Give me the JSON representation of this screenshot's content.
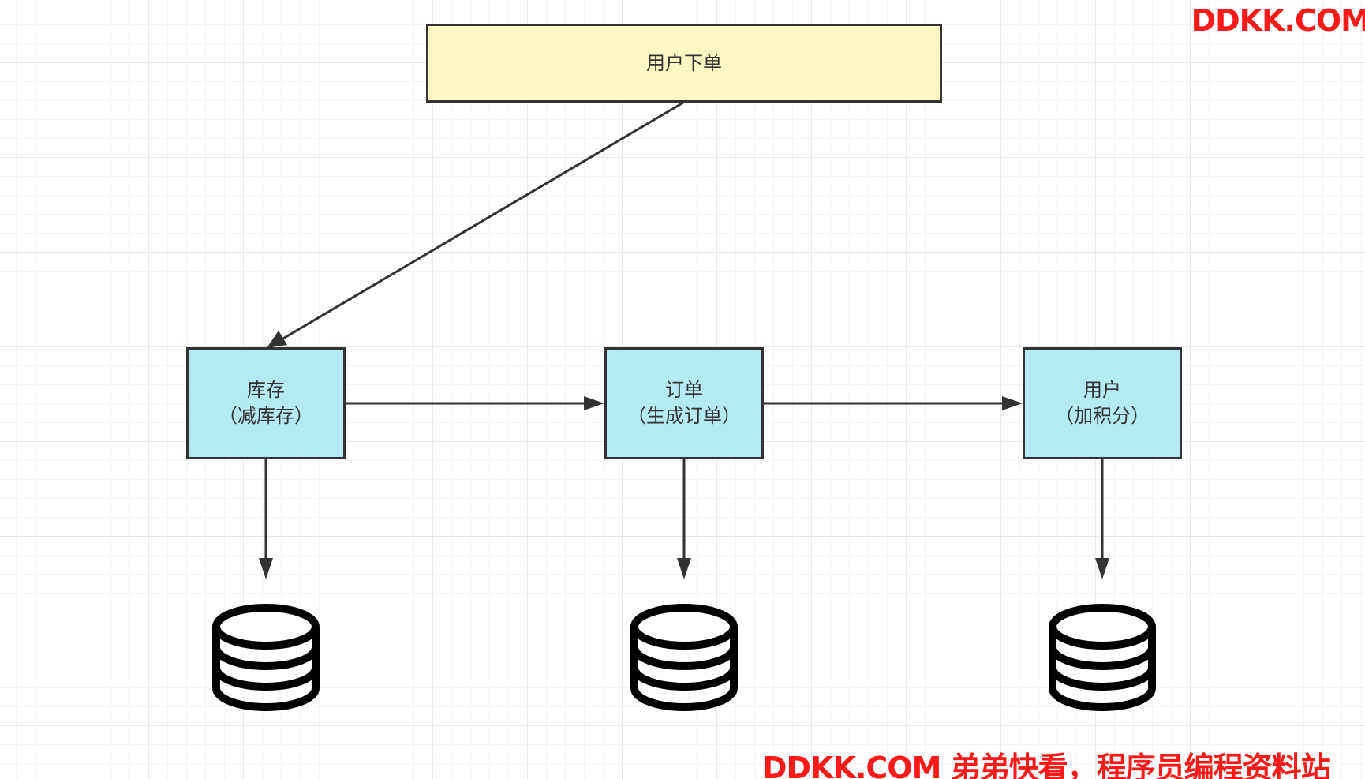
{
  "diagram": {
    "nodes": {
      "order_entry": {
        "label": "用户下单",
        "color": "#fdf8c3"
      },
      "inventory": {
        "line1": "库存",
        "line2": "（减库存）",
        "color": "#b4eaf1"
      },
      "order": {
        "line1": "订单",
        "line2": "（生成订单）",
        "color": "#b4eaf1"
      },
      "user": {
        "line1": "用户",
        "line2": "（加积分）",
        "color": "#b4eaf1"
      }
    },
    "edges": [
      {
        "from": "order_entry",
        "to": "inventory"
      },
      {
        "from": "inventory",
        "to": "order"
      },
      {
        "from": "order",
        "to": "user"
      },
      {
        "from": "inventory",
        "to": "database"
      },
      {
        "from": "order",
        "to": "database"
      },
      {
        "from": "user",
        "to": "database"
      }
    ],
    "icons": [
      "database-icon",
      "database-icon",
      "database-icon"
    ],
    "stroke_color": "#333333"
  },
  "watermarks": {
    "top": "DDKK.COM",
    "bottom": "DDKK.COM 弟弟快看，程序员编程资料站",
    "color": "#ff1a1a"
  }
}
